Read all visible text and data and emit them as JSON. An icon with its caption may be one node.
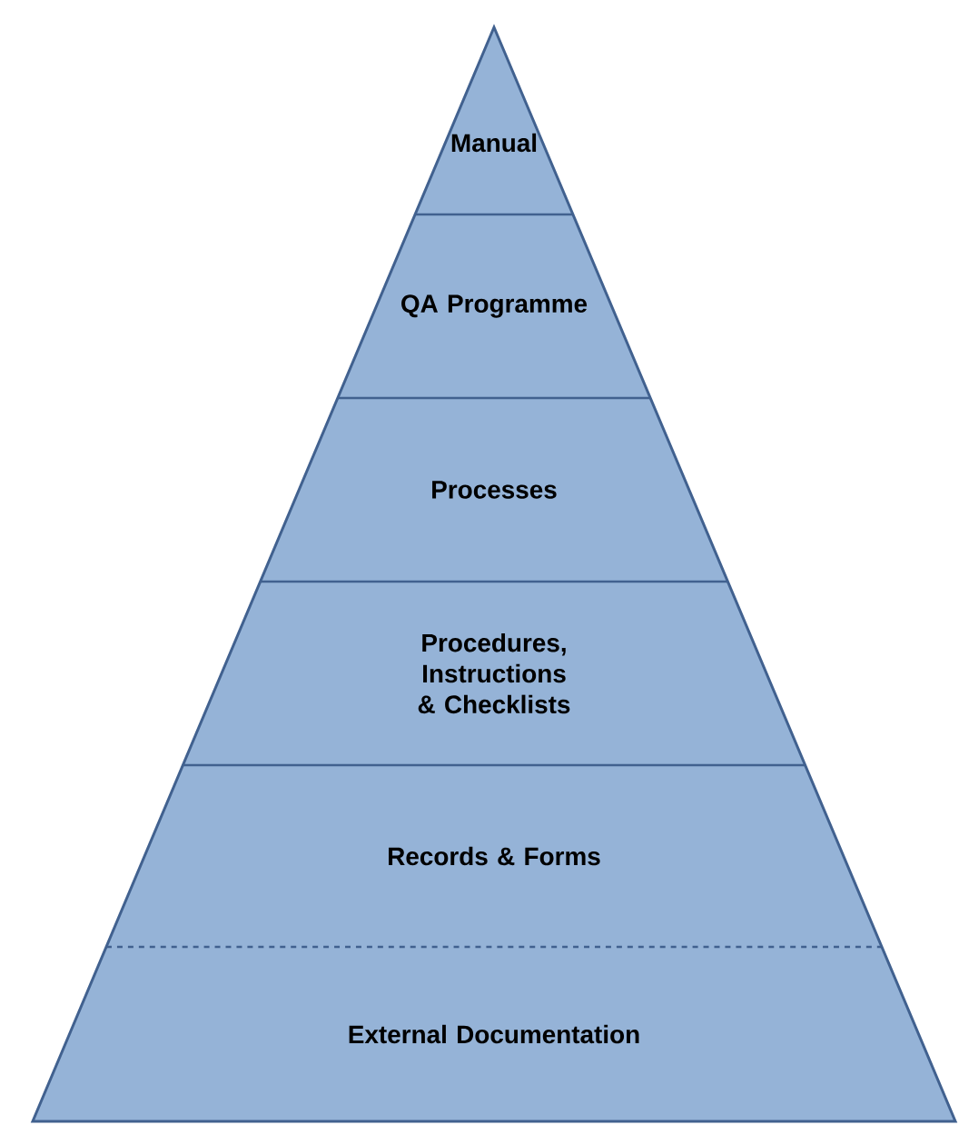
{
  "diagram": {
    "nodes": [
      {
        "text": [
          "Manual"
        ]
      },
      {
        "text": [
          "QA Programme"
        ]
      },
      {
        "text": [
          "Processes"
        ]
      },
      {
        "text": [
          "Procedures, Instructions & Checklists"
        ]
      },
      {
        "text": [
          "Records & Forms"
        ]
      },
      {
        "text": [
          "External Documentation"
        ]
      }
    ]
  }
}
